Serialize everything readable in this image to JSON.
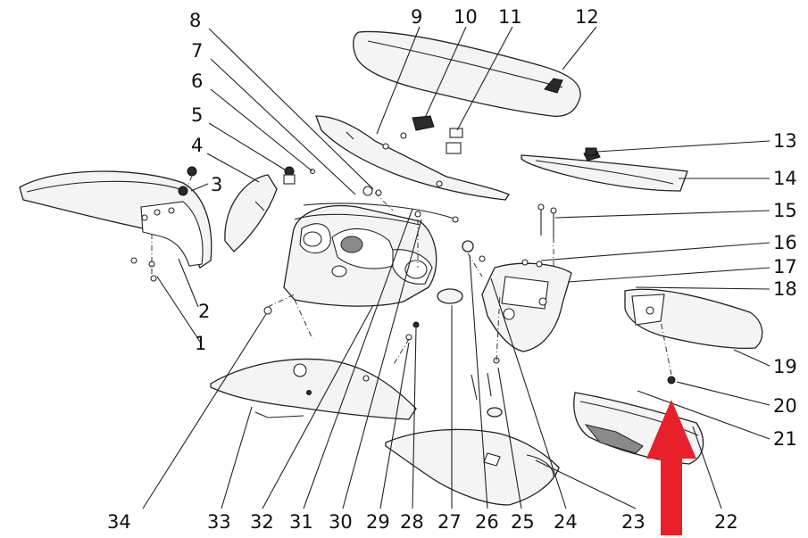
{
  "diagram": {
    "callouts": [
      "1",
      "2",
      "3",
      "4",
      "5",
      "6",
      "7",
      "8",
      "9",
      "10",
      "11",
      "12",
      "13",
      "14",
      "15",
      "16",
      "17",
      "18",
      "19",
      "20",
      "21",
      "22",
      "23",
      "24",
      "25",
      "26",
      "27",
      "28",
      "29",
      "30",
      "31",
      "32",
      "33",
      "34"
    ],
    "highlight_arrow_color": "#e8202a"
  }
}
